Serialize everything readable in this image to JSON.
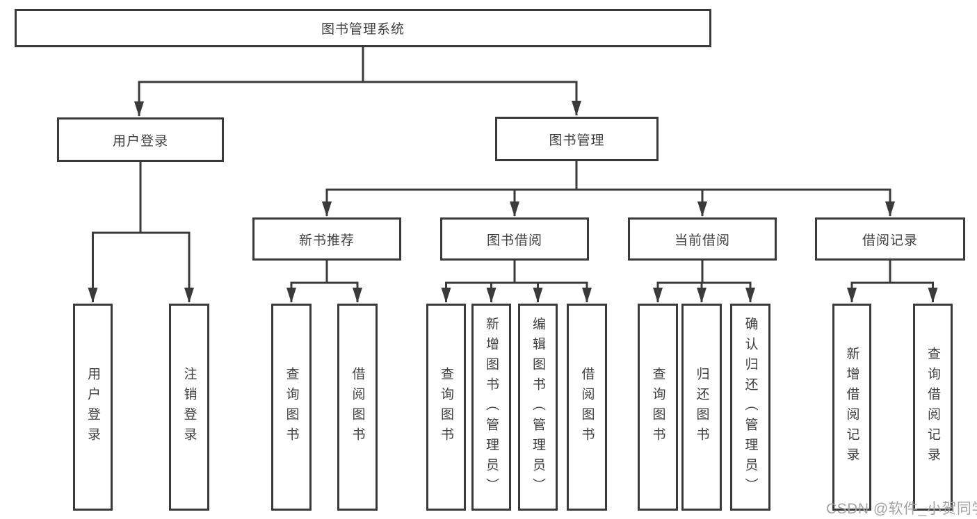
{
  "diagram": {
    "title": "图书管理系统",
    "type": "function-structure-tree",
    "nodes": {
      "root": {
        "label": "图书管理系统"
      },
      "user_login": {
        "label": "用户登录"
      },
      "book_management": {
        "label": "图书管理"
      },
      "new_book_recommend": {
        "label": "新书推荐"
      },
      "book_borrow": {
        "label": "图书借阅"
      },
      "current_borrow": {
        "label": "当前借阅"
      },
      "borrow_record": {
        "label": "借阅记录"
      },
      "user_login_leaf": {
        "label": "用户登录"
      },
      "logout": {
        "label": "注销登录"
      },
      "nb_query_books": {
        "label": "查询图书"
      },
      "nb_borrow_books": {
        "label": "借阅图书"
      },
      "bb_query_books": {
        "label": "查询图书"
      },
      "bb_add_books": {
        "label": "新增图书（管理员）"
      },
      "bb_edit_books": {
        "label": "编辑图书（管理员）"
      },
      "bb_borrow_books": {
        "label": "借阅图书"
      },
      "cb_query_books": {
        "label": "查询图书"
      },
      "cb_return_books": {
        "label": "归还图书"
      },
      "cb_confirm_return": {
        "label": "确认归还（管理员）"
      },
      "br_add_record": {
        "label": "新增借阅记录"
      },
      "br_query_record": {
        "label": "查询借阅记录"
      }
    },
    "hierarchy": {
      "图书管理系统": {
        "用户登录": [
          "用户登录",
          "注销登录"
        ],
        "图书管理": {
          "新书推荐": [
            "查询图书",
            "借阅图书"
          ],
          "图书借阅": [
            "查询图书",
            "新增图书（管理员）",
            "编辑图书（管理员）",
            "借阅图书"
          ],
          "当前借阅": [
            "查询图书",
            "归还图书",
            "确认归还（管理员）"
          ],
          "借阅记录": [
            "新增借阅记录",
            "查询借阅记录"
          ]
        }
      }
    },
    "colors": {
      "line": "#3a3a3a",
      "box_border": "#3a3a3a",
      "text": "#3f3f3f",
      "background": "#ffffff",
      "watermark_text": "#a3a3a3"
    }
  },
  "watermark": {
    "text": "CSDN @软件_小贺同学"
  }
}
